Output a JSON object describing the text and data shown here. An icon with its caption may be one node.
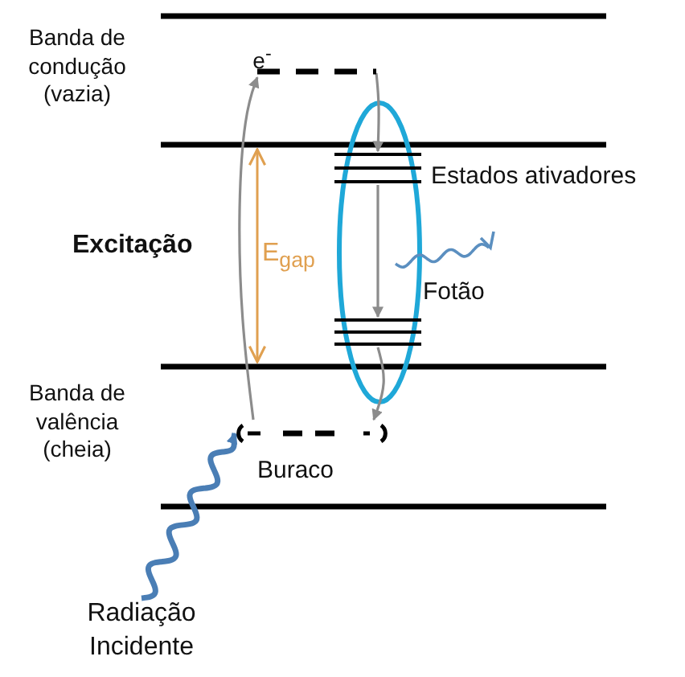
{
  "diagram": {
    "nodes": [
      {
        "text": [
          "e$^{-}$"
        ]
      },
      {
        "text": [],
        "shape": "bar"
      },
      {
        "text": [],
        "shape": "bar"
      },
      {
        "text": [],
        "shape": "bar"
      },
      {
        "text": [],
        "shape": "bar",
        "beside": [
          "Buraco"
        ]
      },
      {
        "text": [
          "Radiação Incidente"
        ]
      }
    ],
    "edges": [
      {
        "from": 4,
        "to": 1,
        "arrow": "to"
      },
      {
        "from": 1,
        "to": 2,
        "arrow": "to"
      },
      {
        "from": 2,
        "to": 3,
        "arrow": "to"
      },
      {
        "from": 3,
        "to": 4,
        "arrow": "to"
      },
      {
        "from": 5,
        "to": 4,
        "arrow": "to",
        "color": "#4a7eb5",
        "style": "thick"
      }
    ],
    "labels": [
      "Banda de condução (vazia)",
      "Estados ativadores",
      "Excitação",
      "E$_{gap}$",
      "Fotão",
      "Banda de valência (cheia)"
    ]
  }
}
